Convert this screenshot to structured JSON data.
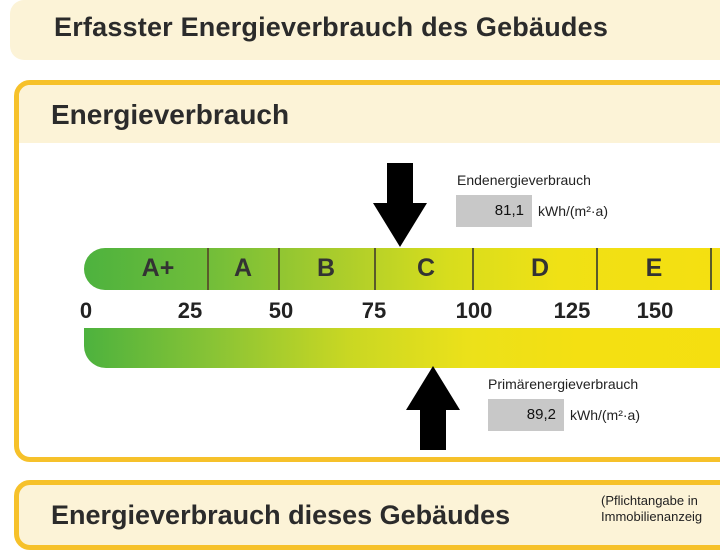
{
  "header": {
    "title": "Erfasster Energieverbrauch des Gebäudes"
  },
  "panel": {
    "title": "Energieverbrauch"
  },
  "scale": {
    "classes": [
      "A+",
      "A",
      "B",
      "C",
      "D",
      "E"
    ],
    "ticks": [
      "0",
      "25",
      "50",
      "75",
      "100",
      "125",
      "150"
    ]
  },
  "end_energy": {
    "label": "Endenergieverbrauch",
    "value": "81,1",
    "unit": "kWh/(m²·a)"
  },
  "primary_energy": {
    "label": "Primärenergieverbrauch",
    "value": "89,2",
    "unit": "kWh/(m²·a)"
  },
  "footer": {
    "title": "Energieverbrauch dieses Gebäudes",
    "note_line1": "(Pflichtangabe in",
    "note_line2": "Immobilienanzeig"
  },
  "colors": {
    "frame": "#f6c12a",
    "header_bg": "#fcf3d7",
    "green": "#4db23e",
    "yellow": "#f5df10",
    "value_box": "#c8c8c8"
  }
}
